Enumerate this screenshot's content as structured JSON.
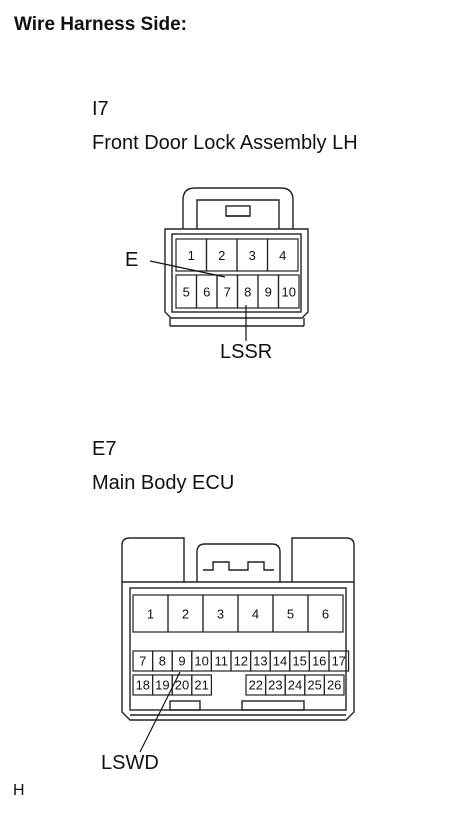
{
  "header": {
    "title": "Wire Harness Side:"
  },
  "connectors": [
    {
      "code": "I7",
      "name": "Front Door Lock Assembly LH",
      "top_row": [
        "1",
        "2",
        "3",
        "4"
      ],
      "bottom_row": [
        "5",
        "6",
        "7",
        "8",
        "9",
        "10"
      ],
      "callouts": [
        {
          "label": "E",
          "pin": "7"
        },
        {
          "label": "LSSR",
          "pin": "8"
        }
      ]
    },
    {
      "code": "E7",
      "name": "Main Body ECU",
      "top_row": [
        "1",
        "2",
        "3",
        "4",
        "5",
        "6"
      ],
      "middle_row": [
        "7",
        "8",
        "9",
        "10",
        "11",
        "12",
        "13",
        "14",
        "15",
        "16",
        "17"
      ],
      "bottom_row": [
        "18",
        "19",
        "20",
        "21",
        "22",
        "23",
        "24",
        "25",
        "26"
      ],
      "callouts": [
        {
          "label": "LSWD",
          "pin": "9"
        }
      ]
    }
  ],
  "footer": {
    "mark": "H"
  }
}
